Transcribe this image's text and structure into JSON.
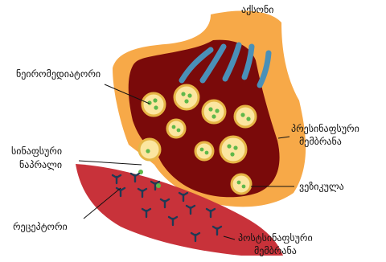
{
  "labels": {
    "axon": "აქსონი",
    "neurotransmitter": "ნეირომედიატორი",
    "presynaptic_membrane_line1": "პრესინაფსური",
    "presynaptic_membrane_line2": "მემბრანა",
    "synaptic_cleft_line1": "სინაფსური",
    "synaptic_cleft_line2": "ნაპრალი",
    "vesicle": "ვეზიკულა",
    "receptor": "რეცეპტორი",
    "postsynaptic_membrane_line1": "პოსტსინაფსური",
    "postsynaptic_membrane_line2": "მემბრანა"
  },
  "colors": {
    "axon_membrane": "#f7a948",
    "axon_interior": "#7a0a0a",
    "microtubule": "#4a90b8",
    "vesicle_fill": "#fbe6a0",
    "vesicle_ring": "#e6b545",
    "neurotransmitter": "#5fb84a",
    "postsynaptic": "#c8323a",
    "receptor": "#1f3a55"
  }
}
